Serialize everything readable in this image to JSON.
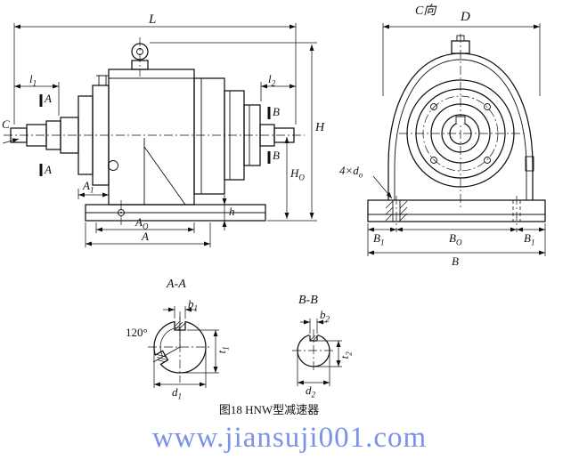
{
  "drawing": {
    "caption": "图18 HNW型减速器",
    "watermark": "www.jiansuji001.com",
    "colors": {
      "line": "#111111",
      "watermark": "#7b92e8"
    },
    "side_view": {
      "L": "L",
      "l1": {
        "b": "l",
        "s": "1"
      },
      "l2": {
        "b": "l",
        "s": "2"
      },
      "section_a": "A",
      "section_b": "B",
      "view_c": "C",
      "A1": {
        "b": "A",
        "s": "1"
      },
      "H": "H",
      "HO": {
        "b": "H",
        "s": "O"
      },
      "h": "h",
      "AO": {
        "b": "A",
        "s": "O"
      },
      "A": "A"
    },
    "front_view": {
      "title": "C向",
      "D": "D",
      "holes": {
        "b": "4×d",
        "s": "o"
      },
      "B1": {
        "b": "B",
        "s": "1"
      },
      "BO": {
        "b": "B",
        "s": "O"
      },
      "B": "B"
    },
    "section_aa": {
      "title": "A-A",
      "b1": {
        "b": "b",
        "s": "1"
      },
      "angle": "120°",
      "d1": {
        "b": "d",
        "s": "1"
      },
      "t1": {
        "b": "t",
        "s": "1"
      }
    },
    "section_bb": {
      "title": "B-B",
      "b2": {
        "b": "b",
        "s": "2"
      },
      "d2": {
        "b": "d",
        "s": "2"
      },
      "t2": {
        "b": "t",
        "s": "2"
      }
    }
  }
}
